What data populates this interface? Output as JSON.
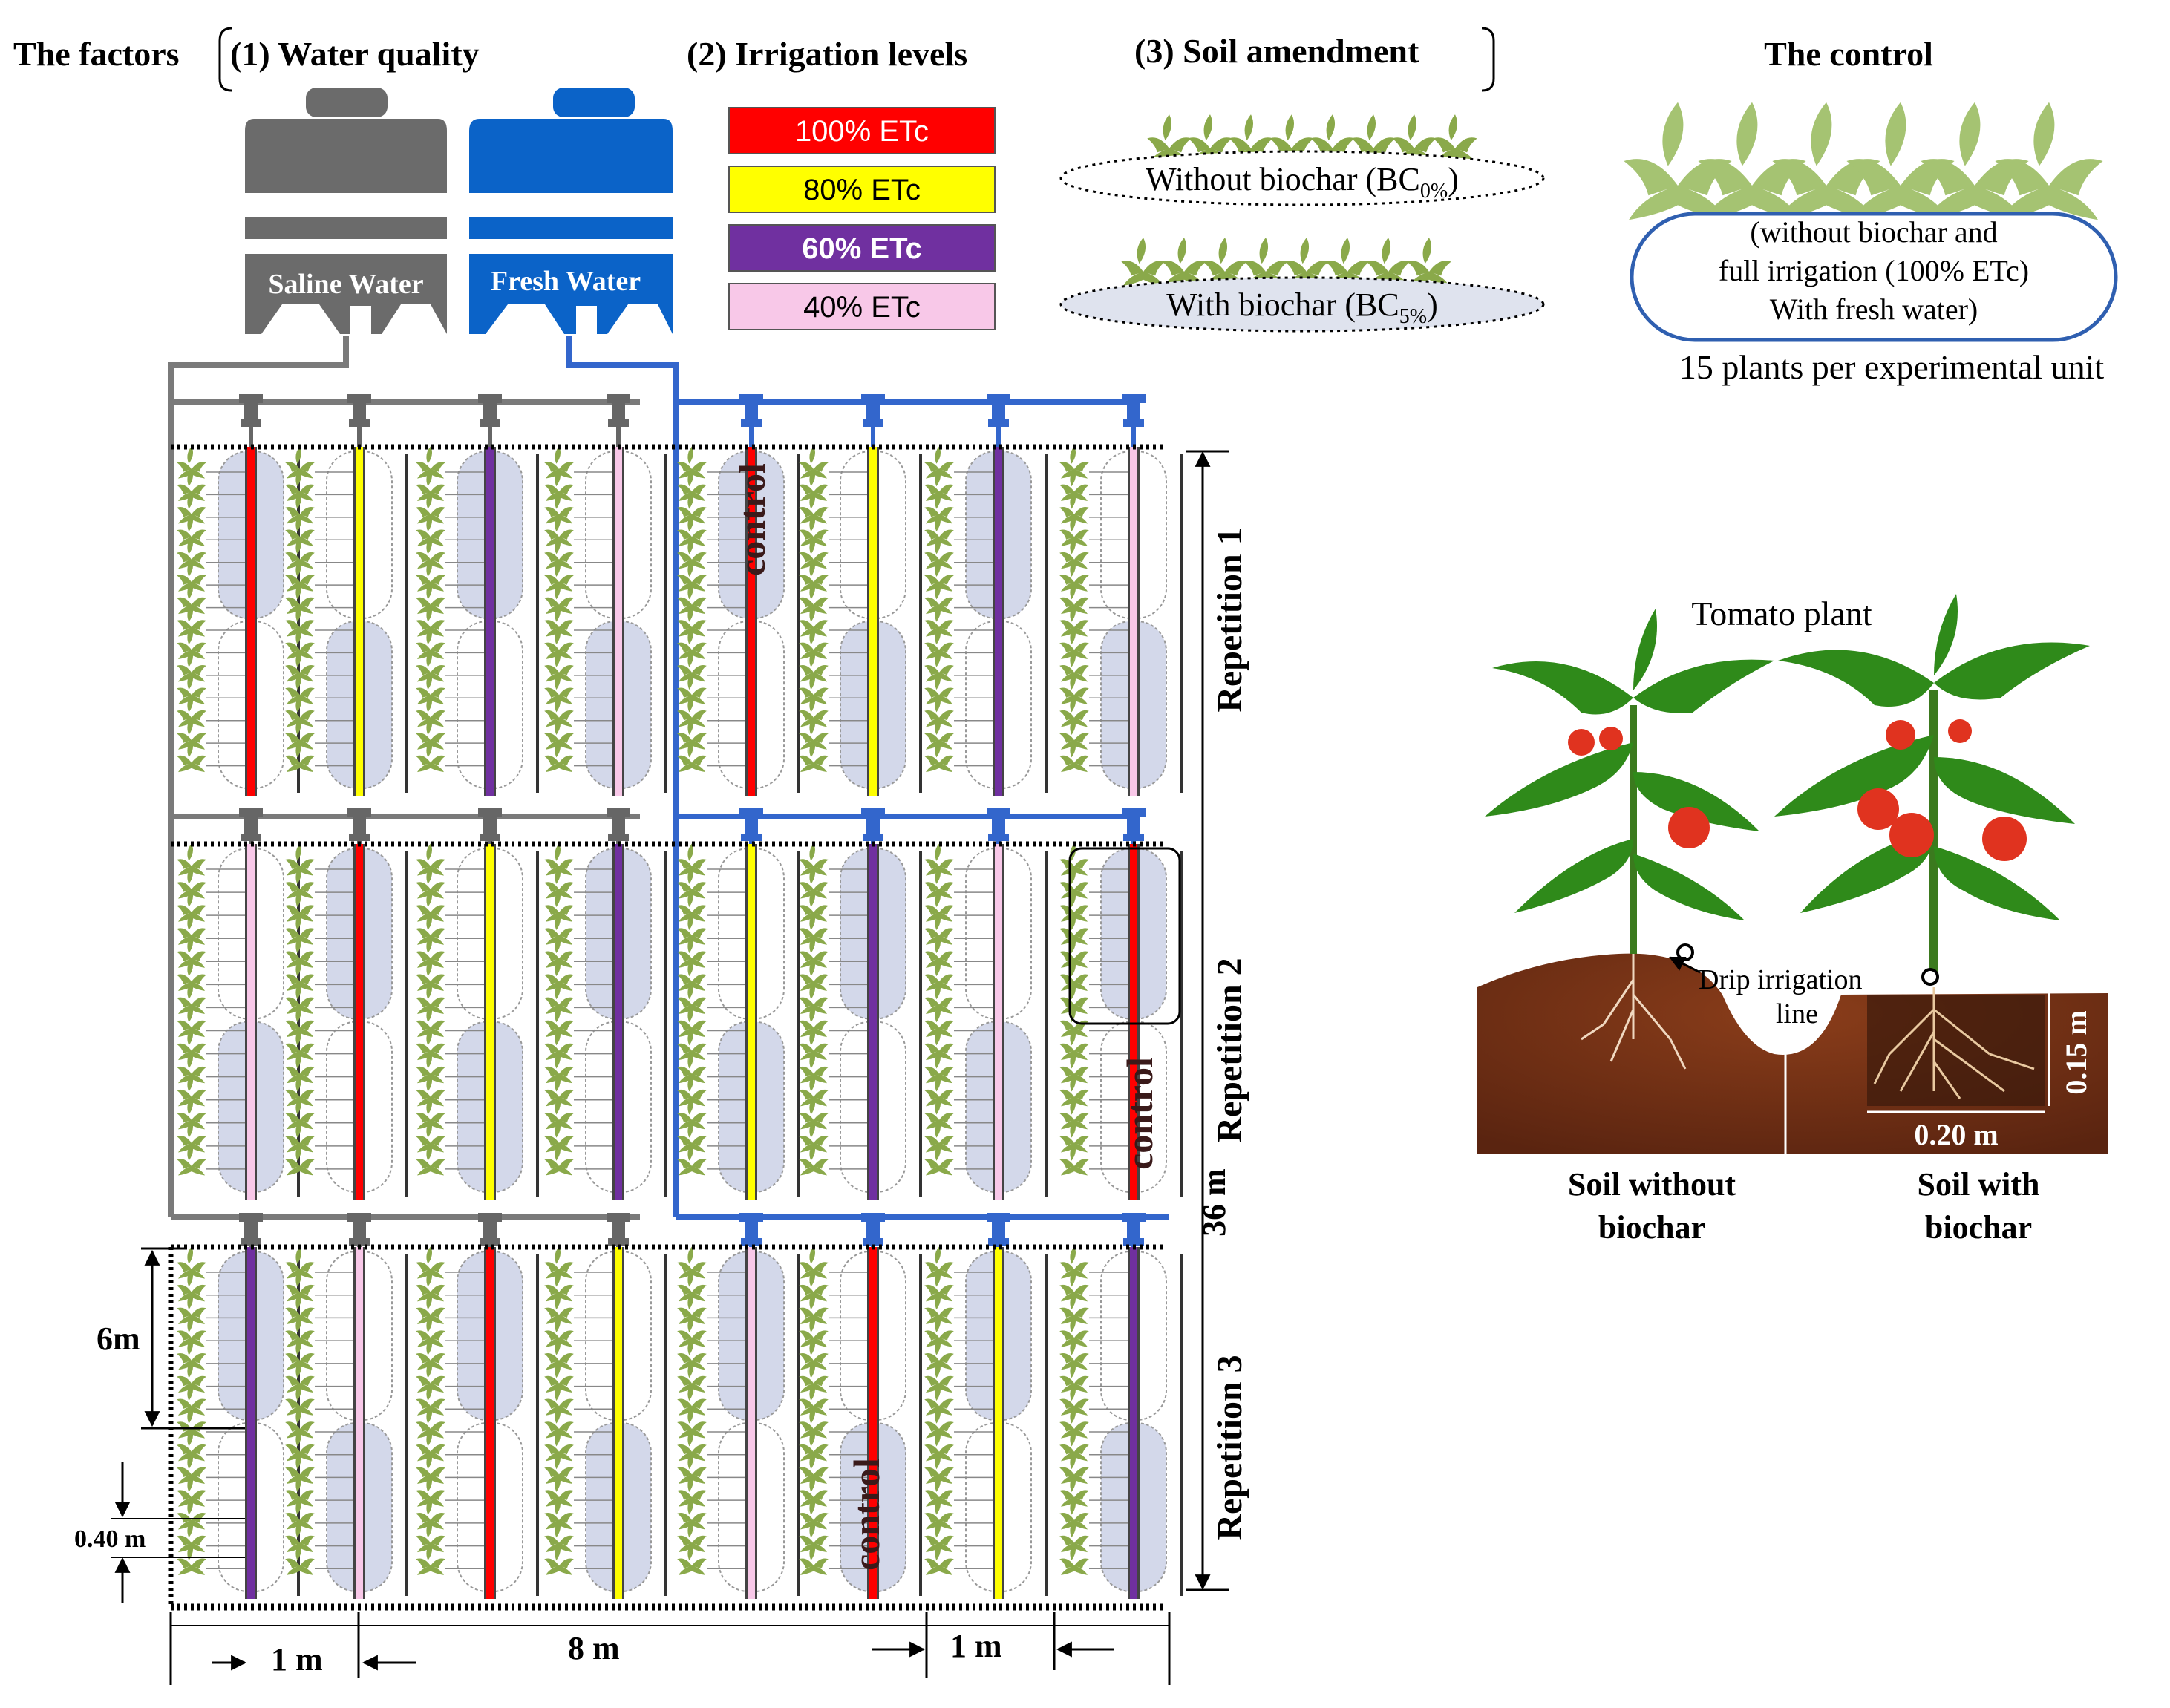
{
  "header": {
    "factors_label": "The factors",
    "factor1": "(1) Water quality",
    "factor2": "(2) Irrigation levels",
    "factor3": "(3) Soil amendment",
    "control_title": "The control"
  },
  "tanks": {
    "saline": "Saline Water",
    "fresh": "Fresh Water",
    "saline_color": "#777777",
    "fresh_color": "#1a6fd1"
  },
  "irrigation_levels": [
    {
      "label": "100% ETc",
      "color": "#ff0000",
      "text_color": "#ffffff"
    },
    {
      "label": "80% ETc",
      "color": "#ffff00",
      "text_color": "#000000"
    },
    {
      "label": "60% ETc",
      "color": "#7030a0",
      "text_color": "#ffffff"
    },
    {
      "label": "40% ETc",
      "color": "#f8c8e8",
      "text_color": "#000000"
    }
  ],
  "soil_amendment": {
    "without_prefix": "Without biochar (BC",
    "without_sub": "0%",
    "without_suffix": ")",
    "with_prefix": "With biochar (BC",
    "with_sub": "5%",
    "with_suffix": ")"
  },
  "control_box": {
    "line1": "(without biochar and",
    "line2": "full irrigation (100% ETc)",
    "line3": "With fresh water)",
    "plants": "15 plants per experimental unit"
  },
  "field": {
    "rep1": "Repetition 1",
    "rep2": "Repetition 2",
    "rep3": "Repetition 3",
    "control": "control",
    "length": "36 m",
    "plot_length": "6m",
    "spacing": "0.40 m",
    "row_width_left": "1 m",
    "total_width": "8 m",
    "row_width_right": "1 m",
    "row_colors": [
      [
        "#ff0000",
        "#ffff00",
        "#7030a0",
        "#f8c8e8",
        "#ff0000",
        "#ffff00",
        "#7030a0",
        "#f8c8e8"
      ],
      [
        "#f8c8e8",
        "#ff0000",
        "#ffff00",
        "#7030a0",
        "#ffff00",
        "#7030a0",
        "#f8c8e8",
        "#ff0000"
      ],
      [
        "#7030a0",
        "#f8c8e8",
        "#ff0000",
        "#ffff00",
        "#f8c8e8",
        "#ff0000",
        "#ffff00",
        "#7030a0"
      ]
    ]
  },
  "tomato": {
    "title": "Tomato plant",
    "drip": "Drip irrigation",
    "drip2": "line",
    "depth": "0.15 m",
    "width": "0.20 m",
    "soil_without1": "Soil without",
    "soil_without2": "biochar",
    "soil_with1": "Soil with",
    "soil_with2": "biochar"
  }
}
